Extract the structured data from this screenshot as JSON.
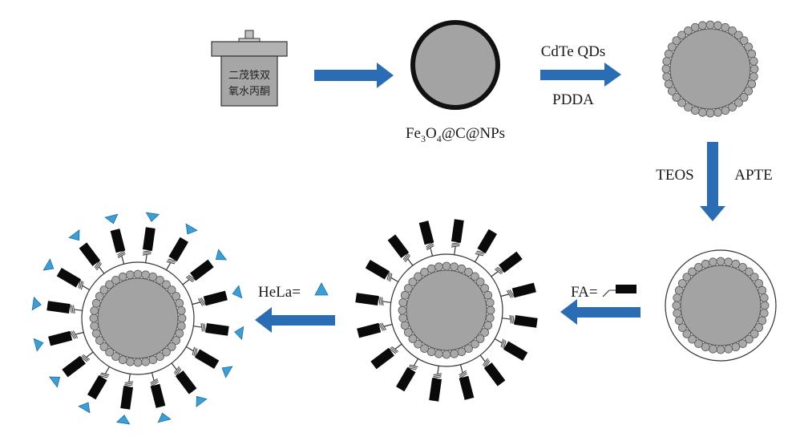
{
  "reactor": {
    "line1": "二茂铁双",
    "line2": "氧水丙酮"
  },
  "particle_label": {
    "main": "Fe",
    "sub1": "3",
    "mid": "O",
    "sub2": "4",
    "tail": "@C@NPs"
  },
  "step1": {
    "top": "CdTe QDs",
    "bottom": "PDDA"
  },
  "step2": {
    "left": "TEOS",
    "right": "APTE"
  },
  "step3": {
    "label": "FA="
  },
  "step4": {
    "label": "HeLa="
  },
  "colors": {
    "arrow": "#2a6db5",
    "core": "#9e9e9e",
    "bead": "#a9a9a9",
    "marker": "#3a9fd8",
    "ligand": "#0a0a0a"
  }
}
